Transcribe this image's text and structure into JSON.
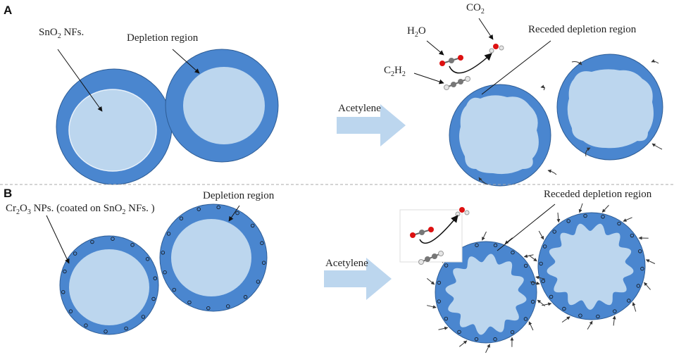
{
  "panels": {
    "a": {
      "letter": "A",
      "nf_label_prefix": "SnO",
      "nf_label_sub": "2",
      "nf_label_suffix": " NFs.",
      "depletion_label": "Depletion region",
      "arrow_label": "Acetylene",
      "water_label_pre": "H",
      "water_label_sub": "2",
      "water_label_post": "O",
      "co2_label_pre": "CO",
      "co2_label_sub": "2",
      "c2h2_label_pre": "C",
      "c2h2_label_sub1": "2",
      "c2h2_label_mid": "H",
      "c2h2_label_sub2": "2",
      "receded_label": "Receded depletion region"
    },
    "b": {
      "letter": "B",
      "np_label_a": "Cr",
      "np_label_sub1": "2",
      "np_label_b": "O",
      "np_label_sub2": "3",
      "np_label_c": "  NPs. (coated on SnO",
      "np_label_sub3": "2",
      "np_label_d": " NFs. )",
      "depletion_label": "Depletion region",
      "arrow_label": "Acetylene",
      "receded_label": "Receded depletion region"
    }
  },
  "colors": {
    "shell": "#4a86cf",
    "core": "#bcd6ee",
    "arrow": "#bcd6ee",
    "outline": "#2d5c95"
  }
}
